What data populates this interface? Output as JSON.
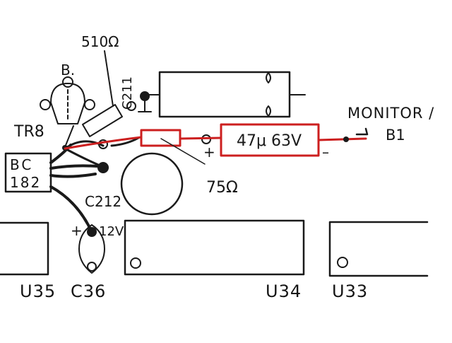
{
  "labels": {
    "resistor_510": "510Ω",
    "b_label": "B.",
    "tr8": "TR8",
    "bc_line1": "BC",
    "bc_line2": "182",
    "c211": "C211",
    "monitor": "MONITOR /",
    "b1": "B1",
    "cap_value": "47μ 63V",
    "cap_plus": "+",
    "cap_minus": "–",
    "resistor_75": "75Ω",
    "c212": "C212",
    "v12": "12V",
    "v12_plus": "+",
    "u35": "U35",
    "c36": "C36",
    "u34": "U34",
    "u33": "U33"
  },
  "colors": {
    "ink": "#1a1a1a",
    "highlight_red": "#cc1f1f",
    "background": "#ffffff"
  }
}
